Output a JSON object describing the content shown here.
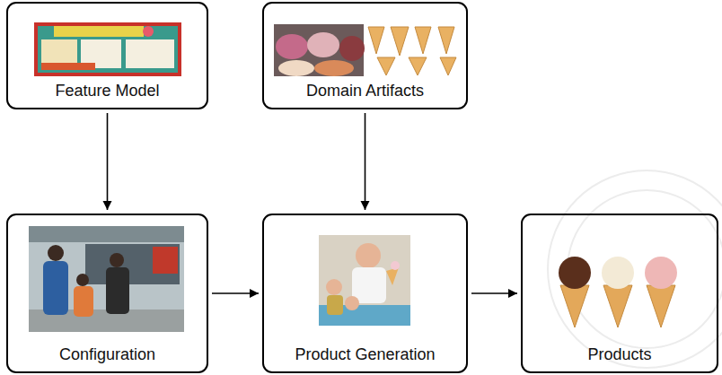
{
  "diagram": {
    "nodes": [
      {
        "text": [
          "Feature Model"
        ]
      },
      {
        "text": [
          "Domain Artifacts"
        ]
      },
      {
        "text": [
          "Configuration"
        ]
      },
      {
        "text": [
          "Product Generation"
        ]
      },
      {
        "text": [
          "Products"
        ]
      }
    ],
    "edges": [
      {
        "from": 0,
        "to": 2,
        "arrow": "to"
      },
      {
        "from": 1,
        "to": 3,
        "arrow": "to"
      },
      {
        "from": 2,
        "to": 3,
        "arrow": "to"
      },
      {
        "from": 3,
        "to": 4,
        "arrow": "to"
      }
    ]
  }
}
